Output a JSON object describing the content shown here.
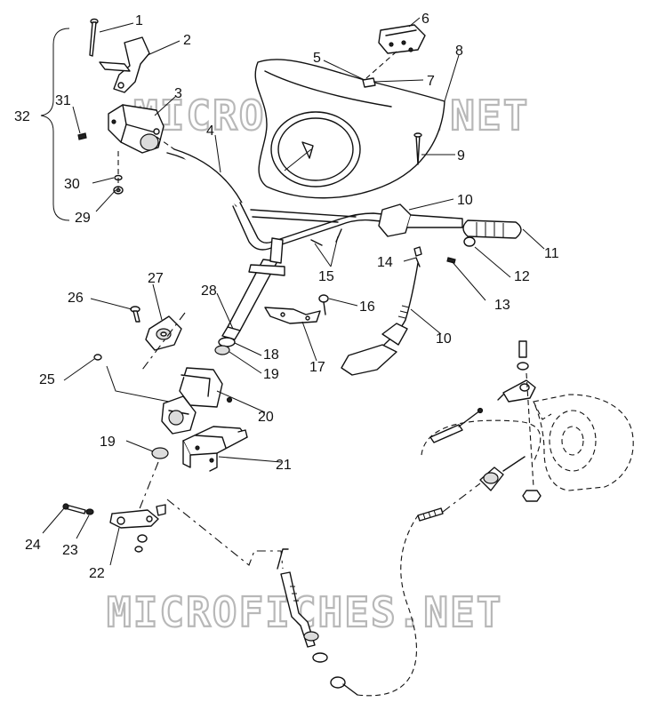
{
  "callouts": {
    "c1": "1",
    "c2": "2",
    "c3": "3",
    "c4": "4",
    "c5": "5",
    "c6": "6",
    "c7": "7",
    "c8": "8",
    "c9": "9",
    "c10a": "10",
    "c10b": "10",
    "c11": "11",
    "c12": "12",
    "c13": "13",
    "c14": "14",
    "c15": "15",
    "c16": "16",
    "c17": "17",
    "c18": "18",
    "c19a": "19",
    "c19b": "19",
    "c20": "20",
    "c21": "21",
    "c22": "22",
    "c23": "23",
    "c24": "24",
    "c25": "25",
    "c26": "26",
    "c27": "27",
    "c28": "28",
    "c29": "29",
    "c30": "30",
    "c31": "31",
    "c32": "32"
  },
  "watermark": {
    "top": "MICROFICHES.NET",
    "bottom": "MICROFICHES.NET"
  }
}
